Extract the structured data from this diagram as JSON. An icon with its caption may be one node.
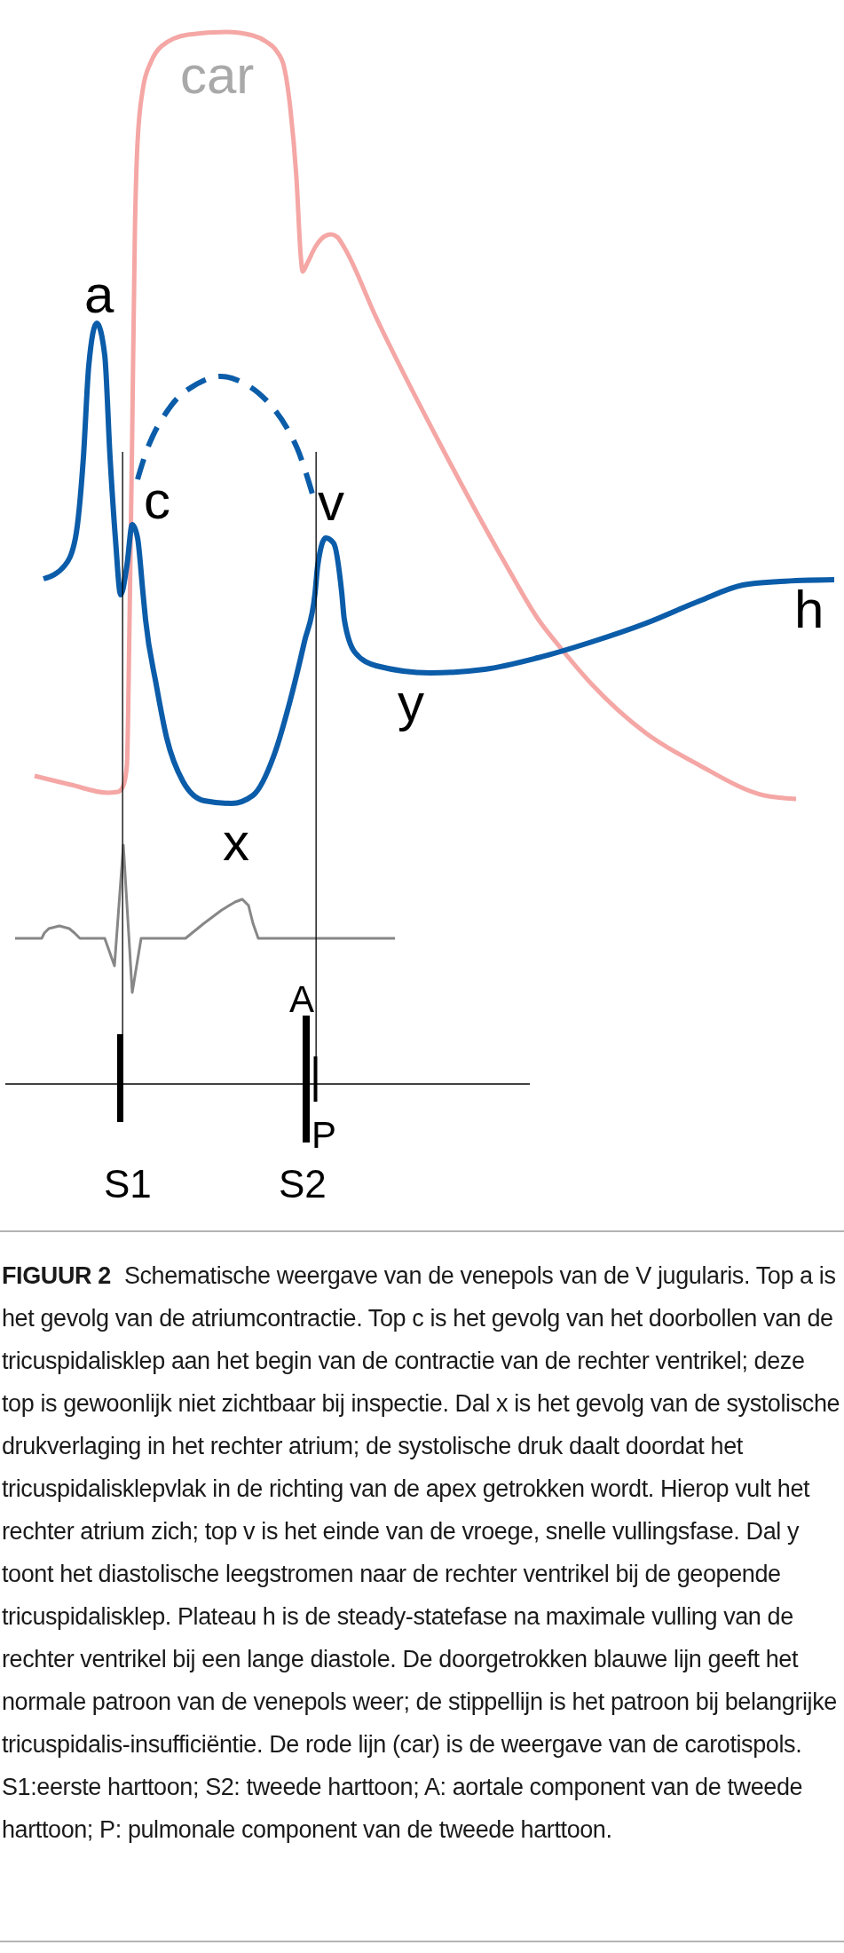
{
  "diagram": {
    "caption": "**FIGUUR 2** Schematische weergave van de venepols van de V jugularis. Top a is het gevolg van de atriumcontractie. Top c is het gevolg van het doorbollen van de tricuspidalisklep aan het begin van de contractie van de rechter ventrikel; deze top is gewoonlijk niet zichtbaar bij inspectie. Dal x is het gevolg van de systolische drukverlaging in het rechter atrium; de systolische druk daalt doordat het tricuspidalisklepvlak in de richting van de apex getrokken wordt. Hierop vult het rechter atrium zich; top v is het einde van de vroege, snelle vullingsfase. Dal y toont het diastolische leegstromen naar de rechter ventrikel bij de geopende tricuspidalisklep. Plateau h is de steady-statefase na maximale vulling van de rechter ventrikel bij een lange diastole. De doorgetrokken blauwe lijn geeft het normale patroon van de venepols weer; de stippellijn is het patroon bij belangrijke tricuspidalis-insufficiëntie. De rode lijn (car) is de weergave van de carotispols.",
    "labels": [
      "car",
      "a",
      "c",
      "v",
      "h",
      "y",
      "x",
      "A",
      "P",
      "S1",
      "S2",
      "S1:eerste harttoon; S2: tweede harttoon; A: aortale component van de tweede harttoon; P: pulmonale component van de tweede harttoon."
    ]
  }
}
